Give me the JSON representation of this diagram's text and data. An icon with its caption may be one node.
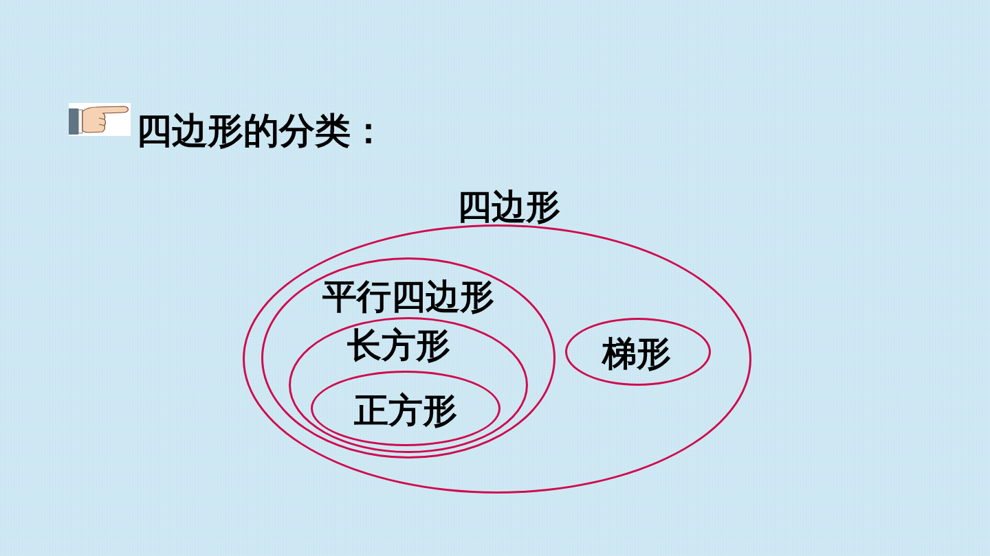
{
  "diagram": {
    "title": "四边形的分类：",
    "nodes": [
      {
        "text": [
          "四边形"
        ]
      },
      {
        "text": [
          "平行四边形"
        ],
        "in": 0
      },
      {
        "text": [
          "长方形"
        ],
        "in": 1
      },
      {
        "text": [
          "正方形"
        ],
        "in": 2
      },
      {
        "text": [
          "梯形"
        ],
        "in": 0
      }
    ]
  }
}
